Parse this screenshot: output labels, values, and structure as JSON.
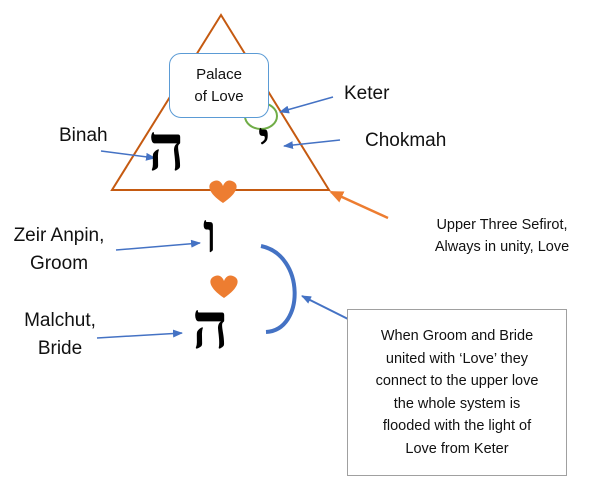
{
  "colors": {
    "triangle": "#c55a11",
    "heart": "#ed7d31",
    "arrow_blue": "#4472c4",
    "arc_blue": "#4472c4",
    "palace_border": "#5b9bd5",
    "keter_circle": "#70ad47",
    "note_border": "#a0a0a0"
  },
  "palace": {
    "line1": "Palace",
    "line2": "of Love"
  },
  "labels": {
    "keter": "Keter",
    "chokmah": "Chokmah",
    "binah": "Binah",
    "zeir_line1": "Zeir Anpin,",
    "zeir_line2": "Groom",
    "malchut_line1": "Malchut,",
    "malchut_line2": "Bride",
    "upper_line1": "Upper Three Sefirot,",
    "upper_line2": "Always in unity, Love"
  },
  "letters": {
    "yud": "י",
    "heh_upper": "ה",
    "vav": "ו",
    "heh_lower": "ה"
  },
  "note": {
    "lines": [
      "When Groom and Bride",
      "united with ‘Love’ they",
      "connect to the upper love",
      "the whole system is",
      "flooded with the light of",
      "Love from Keter"
    ]
  }
}
